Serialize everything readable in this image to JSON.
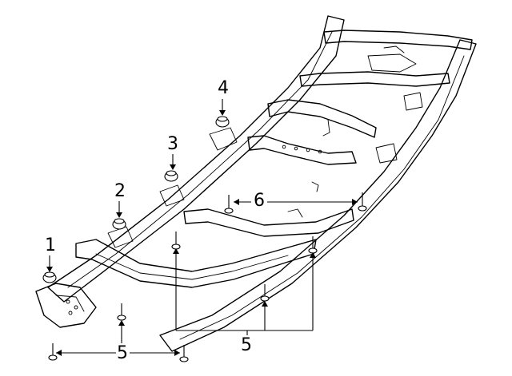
{
  "diagram": {
    "callouts": [
      {
        "id": "1",
        "label": "1"
      },
      {
        "id": "2",
        "label": "2"
      },
      {
        "id": "3",
        "label": "3"
      },
      {
        "id": "4",
        "label": "4"
      },
      {
        "id": "5a",
        "label": "5"
      },
      {
        "id": "5b",
        "label": "5"
      },
      {
        "id": "6",
        "label": "6"
      }
    ]
  }
}
